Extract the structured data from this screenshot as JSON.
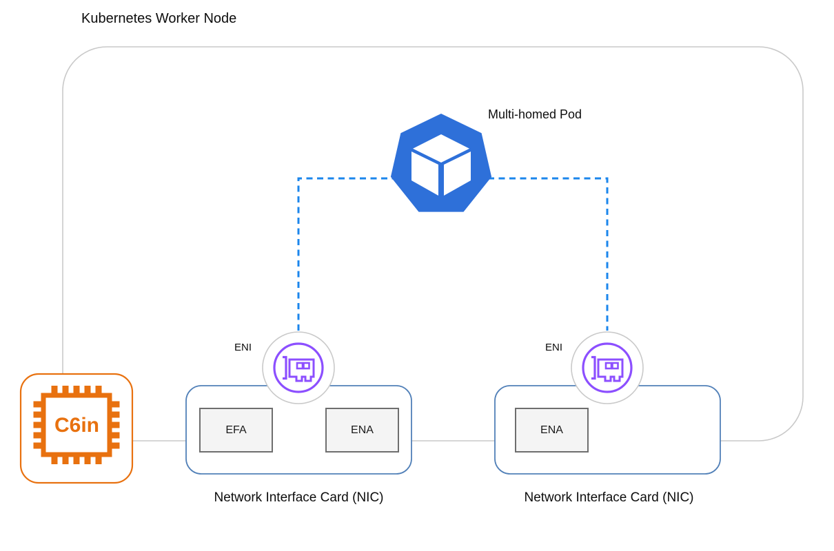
{
  "diagram": {
    "title": "Kubernetes Worker Node",
    "pod": {
      "label": "Multi-homed Pod",
      "icon": "kubernetes-pod"
    },
    "instance": {
      "label": "C6in",
      "icon": "cpu-chip"
    },
    "eni_left": {
      "label": "ENI",
      "icon": "network-interface-card"
    },
    "eni_right": {
      "label": "ENI",
      "icon": "network-interface-card"
    },
    "nic_left": {
      "label": "Network Interface Card (NIC)",
      "adapters": [
        "EFA",
        "ENA"
      ]
    },
    "nic_right": {
      "label": "Network Interface Card (NIC)",
      "adapters": [
        "ENA"
      ]
    },
    "colors": {
      "pod_blue": "#2e70d9",
      "connector_blue": "#1b86ec",
      "eni_purple": "#8c4fff",
      "instance_orange": "#e8710f",
      "nic_border": "#5180b8",
      "container_border": "#c9c9c9",
      "adapter_fill": "#f4f4f4",
      "adapter_border": "#6e6e6e"
    }
  }
}
